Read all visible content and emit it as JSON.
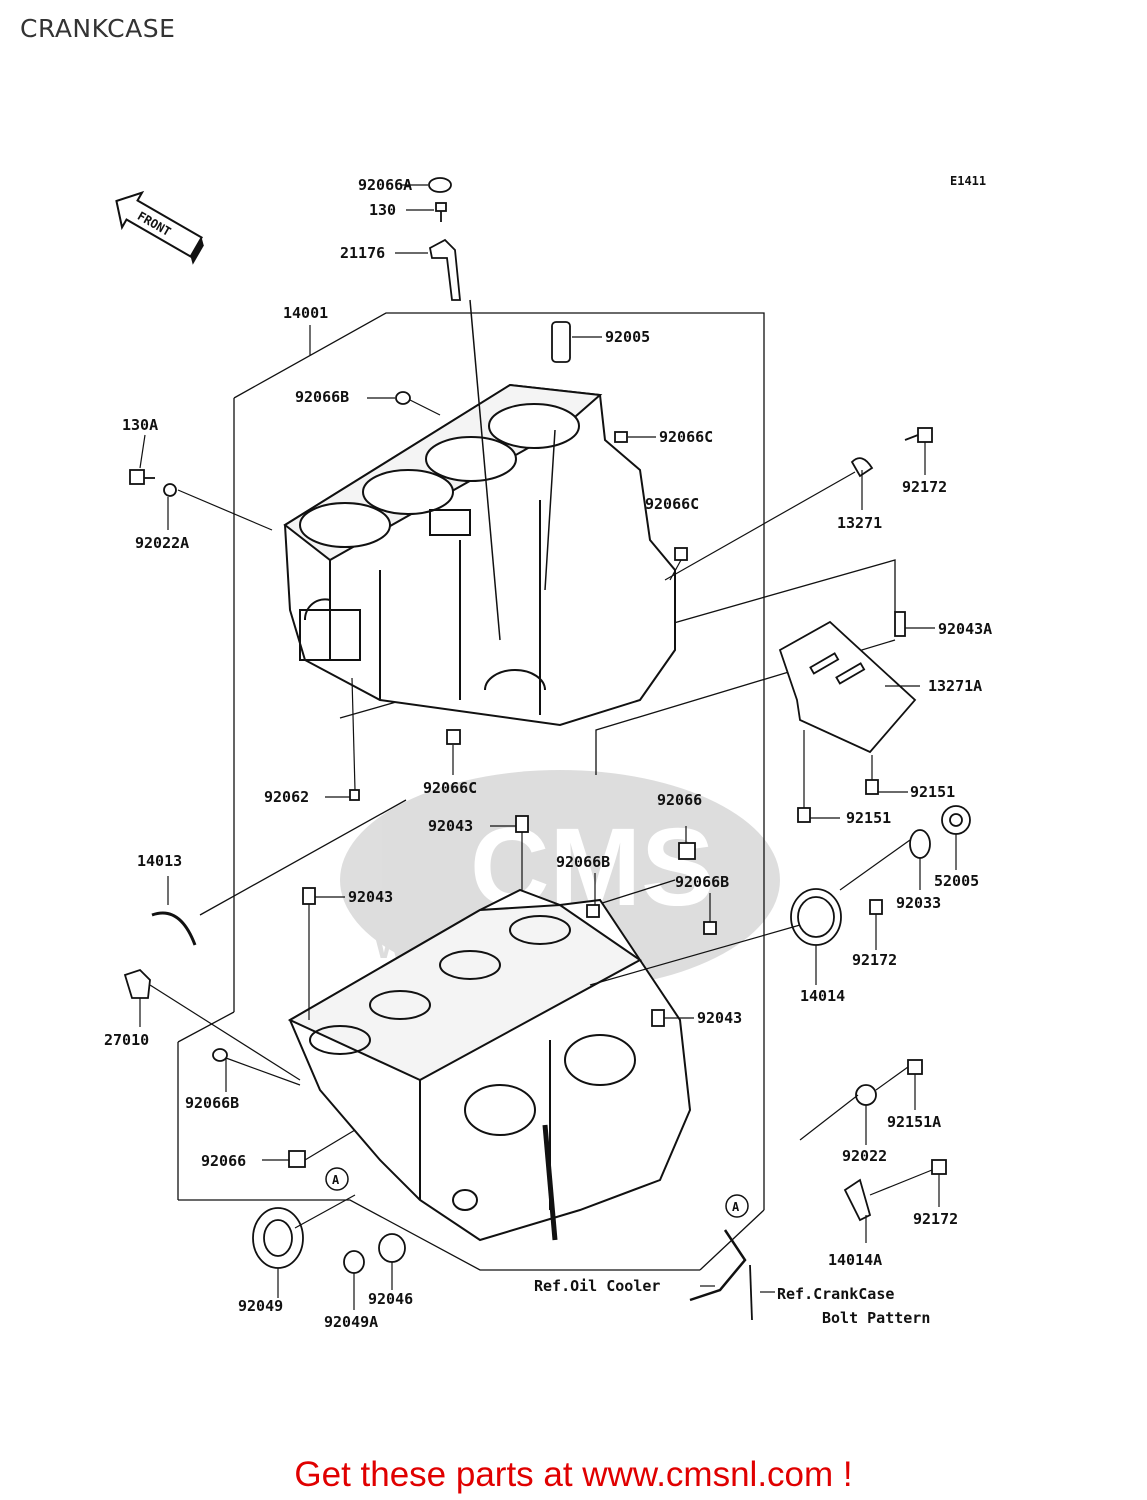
{
  "page": {
    "title": "CRANKCASE",
    "diagram_code": "E1411",
    "front_label": "FRONT",
    "watermark_text": "CMS",
    "watermark_url": "www.cmsnl.com",
    "footer": "Get these parts at www.cmsnl.com !",
    "accent_color": "#e00000"
  },
  "parts": [
    {
      "id": "p1",
      "label": "92066A"
    },
    {
      "id": "p2",
      "label": "130"
    },
    {
      "id": "p3",
      "label": "21176"
    },
    {
      "id": "p4",
      "label": "14001"
    },
    {
      "id": "p5",
      "label": "92005"
    },
    {
      "id": "p6",
      "label": "92066B"
    },
    {
      "id": "p7",
      "label": "92066C"
    },
    {
      "id": "p8",
      "label": "130A"
    },
    {
      "id": "p9",
      "label": "92022A"
    },
    {
      "id": "p10",
      "label": "92172"
    },
    {
      "id": "p11",
      "label": "13271"
    },
    {
      "id": "p12",
      "label": "92066C"
    },
    {
      "id": "p13",
      "label": "92043A"
    },
    {
      "id": "p14",
      "label": "13271A"
    },
    {
      "id": "p15",
      "label": "92062"
    },
    {
      "id": "p16",
      "label": "92066C"
    },
    {
      "id": "p17",
      "label": "92151"
    },
    {
      "id": "p18",
      "label": "92151"
    },
    {
      "id": "p19",
      "label": "92066"
    },
    {
      "id": "p20",
      "label": "92043"
    },
    {
      "id": "p21",
      "label": "52005"
    },
    {
      "id": "p22",
      "label": "14013"
    },
    {
      "id": "p23",
      "label": "92066B"
    },
    {
      "id": "p24",
      "label": "92066B"
    },
    {
      "id": "p25",
      "label": "92033"
    },
    {
      "id": "p26",
      "label": "92043"
    },
    {
      "id": "p27",
      "label": "92172"
    },
    {
      "id": "p28",
      "label": "14014"
    },
    {
      "id": "p29",
      "label": "27010"
    },
    {
      "id": "p30",
      "label": "92043"
    },
    {
      "id": "p31",
      "label": "92066B"
    },
    {
      "id": "p32",
      "label": "92151A"
    },
    {
      "id": "p33",
      "label": "92066"
    },
    {
      "id": "p34",
      "label": "92022"
    },
    {
      "id": "p35",
      "label": "92172"
    },
    {
      "id": "p36",
      "label": "14014A"
    },
    {
      "id": "p37",
      "label": "92049"
    },
    {
      "id": "p38",
      "label": "92046"
    },
    {
      "id": "p39",
      "label": "92049A"
    }
  ],
  "refs": {
    "marker_a": "A",
    "oil_cooler": "Ref.Oil Cooler",
    "crankcase_line1": "Ref.CrankCase",
    "crankcase_line2": "Bolt Pattern"
  }
}
